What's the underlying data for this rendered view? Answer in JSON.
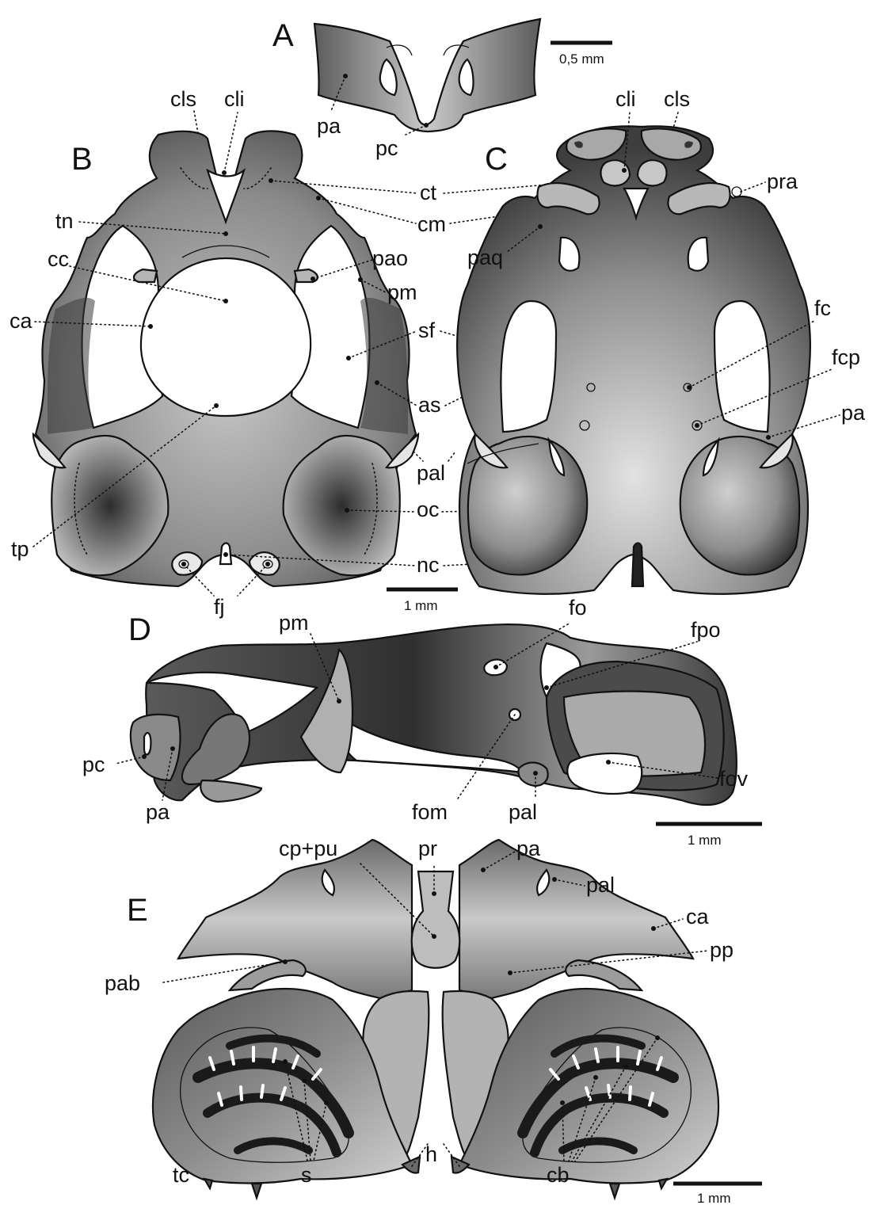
{
  "panels": {
    "A": {
      "letter": "A",
      "scale_bar": "0,5 mm",
      "labels": {
        "pa": "pa",
        "pc": "pc"
      }
    },
    "B": {
      "letter": "B",
      "scale_bar": "1 mm",
      "labels": {
        "cls": "cls",
        "cli": "cli",
        "tn": "tn",
        "cc": "cc",
        "ca": "ca",
        "pao": "pao",
        "pm": "pm",
        "tp": "tp",
        "fj": "fj"
      }
    },
    "shared_BC": {
      "labels": {
        "ct": "ct",
        "cm": "cm",
        "sf": "sf",
        "as": "as",
        "pal": "pal",
        "oc": "oc",
        "nc": "nc"
      }
    },
    "C": {
      "letter": "C",
      "labels": {
        "cli": "cli",
        "cls": "cls",
        "pra": "pra",
        "paq": "paq",
        "fc": "fc",
        "fcp": "fcp",
        "pa": "pa"
      }
    },
    "D": {
      "letter": "D",
      "scale_bar": "1 mm",
      "labels": {
        "pm": "pm",
        "fo": "fo",
        "fpo": "fpo",
        "pc": "pc",
        "pa": "pa",
        "fom": "fom",
        "pal": "pal",
        "fov": "fov"
      }
    },
    "E": {
      "letter": "E",
      "scale_bar": "1 mm",
      "labels": {
        "cp_pu": "cp+pu",
        "pr": "pr",
        "pa": "pa",
        "pal": "pal",
        "ca": "ca",
        "pp": "pp",
        "pab": "pab",
        "tc": "tc",
        "s": "s",
        "h": "h",
        "cb": "cb"
      }
    }
  },
  "colors": {
    "outline": "#111111",
    "bone_light": "#d4d4d4",
    "bone_mid": "#8e8e8e",
    "bone_dark": "#2a2a2a",
    "background": "#ffffff"
  }
}
